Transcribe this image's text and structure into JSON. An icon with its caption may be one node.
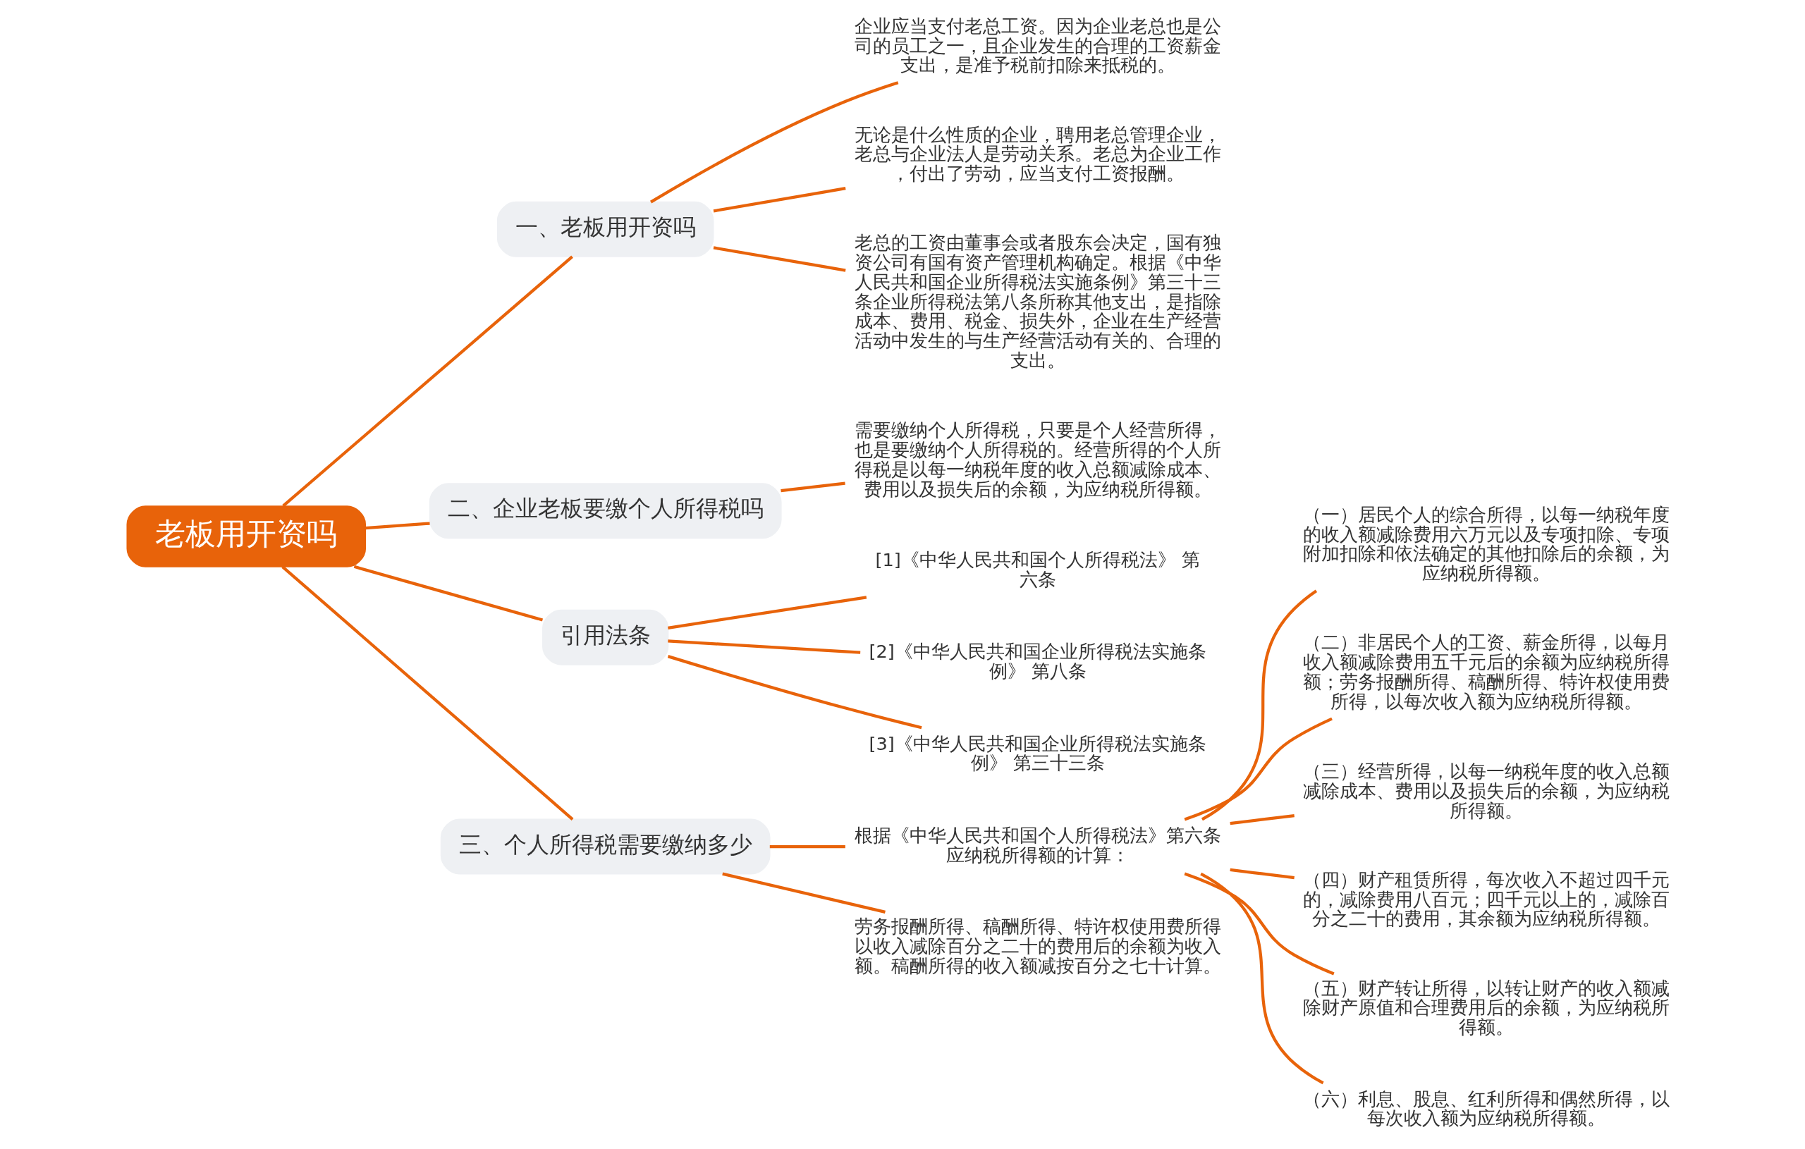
{
  "diagram": {
    "nodes": [
      {
        "text": [
          "老板用开资吗"
        ]
      },
      {
        "text": [
          "一、老板用开资吗"
        ]
      },
      {
        "text": [
          "企业应当支付老总工资。因为企业老总也是公司的员工之一，且企业发生的合理的工资薪金支出，是准予税前扣除来抵税的。"
        ]
      },
      {
        "text": [
          "无论是什么性质的企业，聘用老总管理企业，老总与企业法人是劳动关系。老总为企业工作，付出了劳动，应当支付工资报酬。"
        ]
      },
      {
        "text": [
          "老总的工资由董事会或者股东会决定，国有独资公司有国有资产管理机构确定。根据《中华人民共和国企业所得税法实施条例》第三十三条企业所得税法第八条所称其他支出，是指除成本、费用、税金、损失外，企业在生产经营活动中发生的与生产经营活动有关的、合理的支出。"
        ]
      },
      {
        "text": [
          "二、企业老板要缴个人所得税吗"
        ]
      },
      {
        "text": [
          "需要缴纳个人所得税，只要是个人经营所得，也是要缴纳个人所得税的。经营所得的个人所得税是以每一纳税年度的收入总额减除成本、费用以及损失后的余额，为应纳税所得额。"
        ]
      },
      {
        "text": [
          "引用法条"
        ]
      },
      {
        "text": [
          "[1]《中华人民共和国个人所得税法》 第六条"
        ]
      },
      {
        "text": [
          "[2]《中华人民共和国企业所得税法实施条例》 第八条"
        ]
      },
      {
        "text": [
          "[3]《中华人民共和国企业所得税法实施条例》 第三十三条"
        ]
      },
      {
        "text": [
          "三、个人所得税需要缴纳多少"
        ]
      },
      {
        "text": [
          "根据《中华人民共和国个人所得税法》第六条应纳税所得额的计算："
        ]
      },
      {
        "text": [
          "（一）居民个人的综合所得，以每一纳税年度的收入额减除费用六万元以及专项扣除、专项附加扣除和依法确定的其他扣除后的余额，为应纳税所得额。"
        ]
      },
      {
        "text": [
          "（二）非居民个人的工资、薪金所得，以每月收入额减除费用五千元后的余额为应纳税所得额；劳务报酬所得、稿酬所得、特许权使用费所得，以每次收入额为应纳税所得额。"
        ]
      },
      {
        "text": [
          "（三）经营所得，以每一纳税年度的收入总额减除成本、费用以及损失后的余额，为应纳税所得额。"
        ]
      },
      {
        "text": [
          "（四）财产租赁所得，每次收入不超过四千元的，减除费用八百元；四千元以上的，减除百分之二十的费用，其余额为应纳税所得额。"
        ]
      },
      {
        "text": [
          "（五）财产转让所得，以转让财产的收入额减除财产原值和合理费用后的余额，为应纳税所得额。"
        ]
      },
      {
        "text": [
          "（六）利息、股息、红利所得和偶然所得，以每次收入额为应纳税所得额。"
        ]
      },
      {
        "text": [
          "劳务报酬所得、稿酬所得、特许权使用费所得以收入减除百分之二十的费用后的余额为收入额。稿酬所得的收入额减按百分之七十计算。"
        ]
      }
    ],
    "edges": [
      {
        "from": 0,
        "to": 1,
        "arrow": "none"
      },
      {
        "from": 1,
        "to": 2,
        "arrow": "none"
      },
      {
        "from": 1,
        "to": 3,
        "arrow": "none"
      },
      {
        "from": 1,
        "to": 4,
        "arrow": "none"
      },
      {
        "from": 0,
        "to": 5,
        "arrow": "none"
      },
      {
        "from": 5,
        "to": 6,
        "arrow": "none"
      },
      {
        "from": 0,
        "to": 7,
        "arrow": "none"
      },
      {
        "from": 7,
        "to": 8,
        "arrow": "none"
      },
      {
        "from": 7,
        "to": 9,
        "arrow": "none"
      },
      {
        "from": 7,
        "to": 10,
        "arrow": "none"
      },
      {
        "from": 0,
        "to": 11,
        "arrow": "none"
      },
      {
        "from": 11,
        "to": 12,
        "arrow": "none"
      },
      {
        "from": 12,
        "to": 13,
        "arrow": "none"
      },
      {
        "from": 12,
        "to": 14,
        "arrow": "none"
      },
      {
        "from": 12,
        "to": 15,
        "arrow": "none"
      },
      {
        "from": 12,
        "to": 16,
        "arrow": "none"
      },
      {
        "from": 12,
        "to": 17,
        "arrow": "none"
      },
      {
        "from": 12,
        "to": 18,
        "arrow": "none"
      },
      {
        "from": 11,
        "to": 19,
        "arrow": "none"
      }
    ]
  }
}
